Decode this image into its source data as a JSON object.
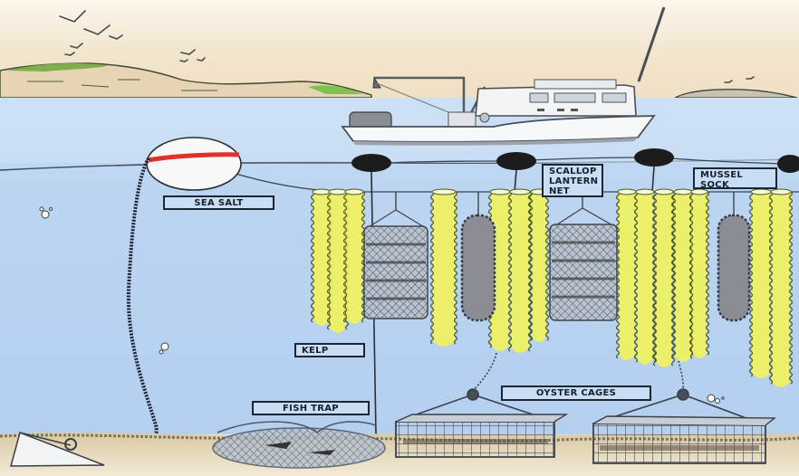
{
  "diagram": {
    "subject": "Ocean aquaculture farm illustration",
    "labels": {
      "sea_salt": "SEA SALT",
      "scallop_lantern_net": [
        "SCALLOP",
        "LANTERN",
        "NET"
      ],
      "mussel_sock": [
        "MUSSEL",
        "SOCK"
      ],
      "kelp": "KELP",
      "fish_trap": "FISH TRAP",
      "oyster_cages": "OYSTER CAGES"
    },
    "elements": [
      "sky",
      "birds",
      "distant-hills",
      "fishing-boat",
      "water-surface",
      "marker-buoy",
      "surface-floats",
      "longline",
      "anchor",
      "anchor-chain",
      "kelp-strands",
      "scallop-lantern-nets",
      "mussel-socks",
      "fish-trap",
      "oyster-cages",
      "seabed",
      "air-bubbles"
    ],
    "colors": {
      "sky": "#f3e6cf",
      "water": "#bcd6f2",
      "water_deep": "#b4cff0",
      "kelp": "#f2f25a",
      "kelp_outline": "#4a5a2a",
      "buoy_stripe": "#e0322c",
      "float": "#1c1c1c",
      "seabed": "#e9dcc0",
      "label_border": "#1d2533"
    }
  }
}
